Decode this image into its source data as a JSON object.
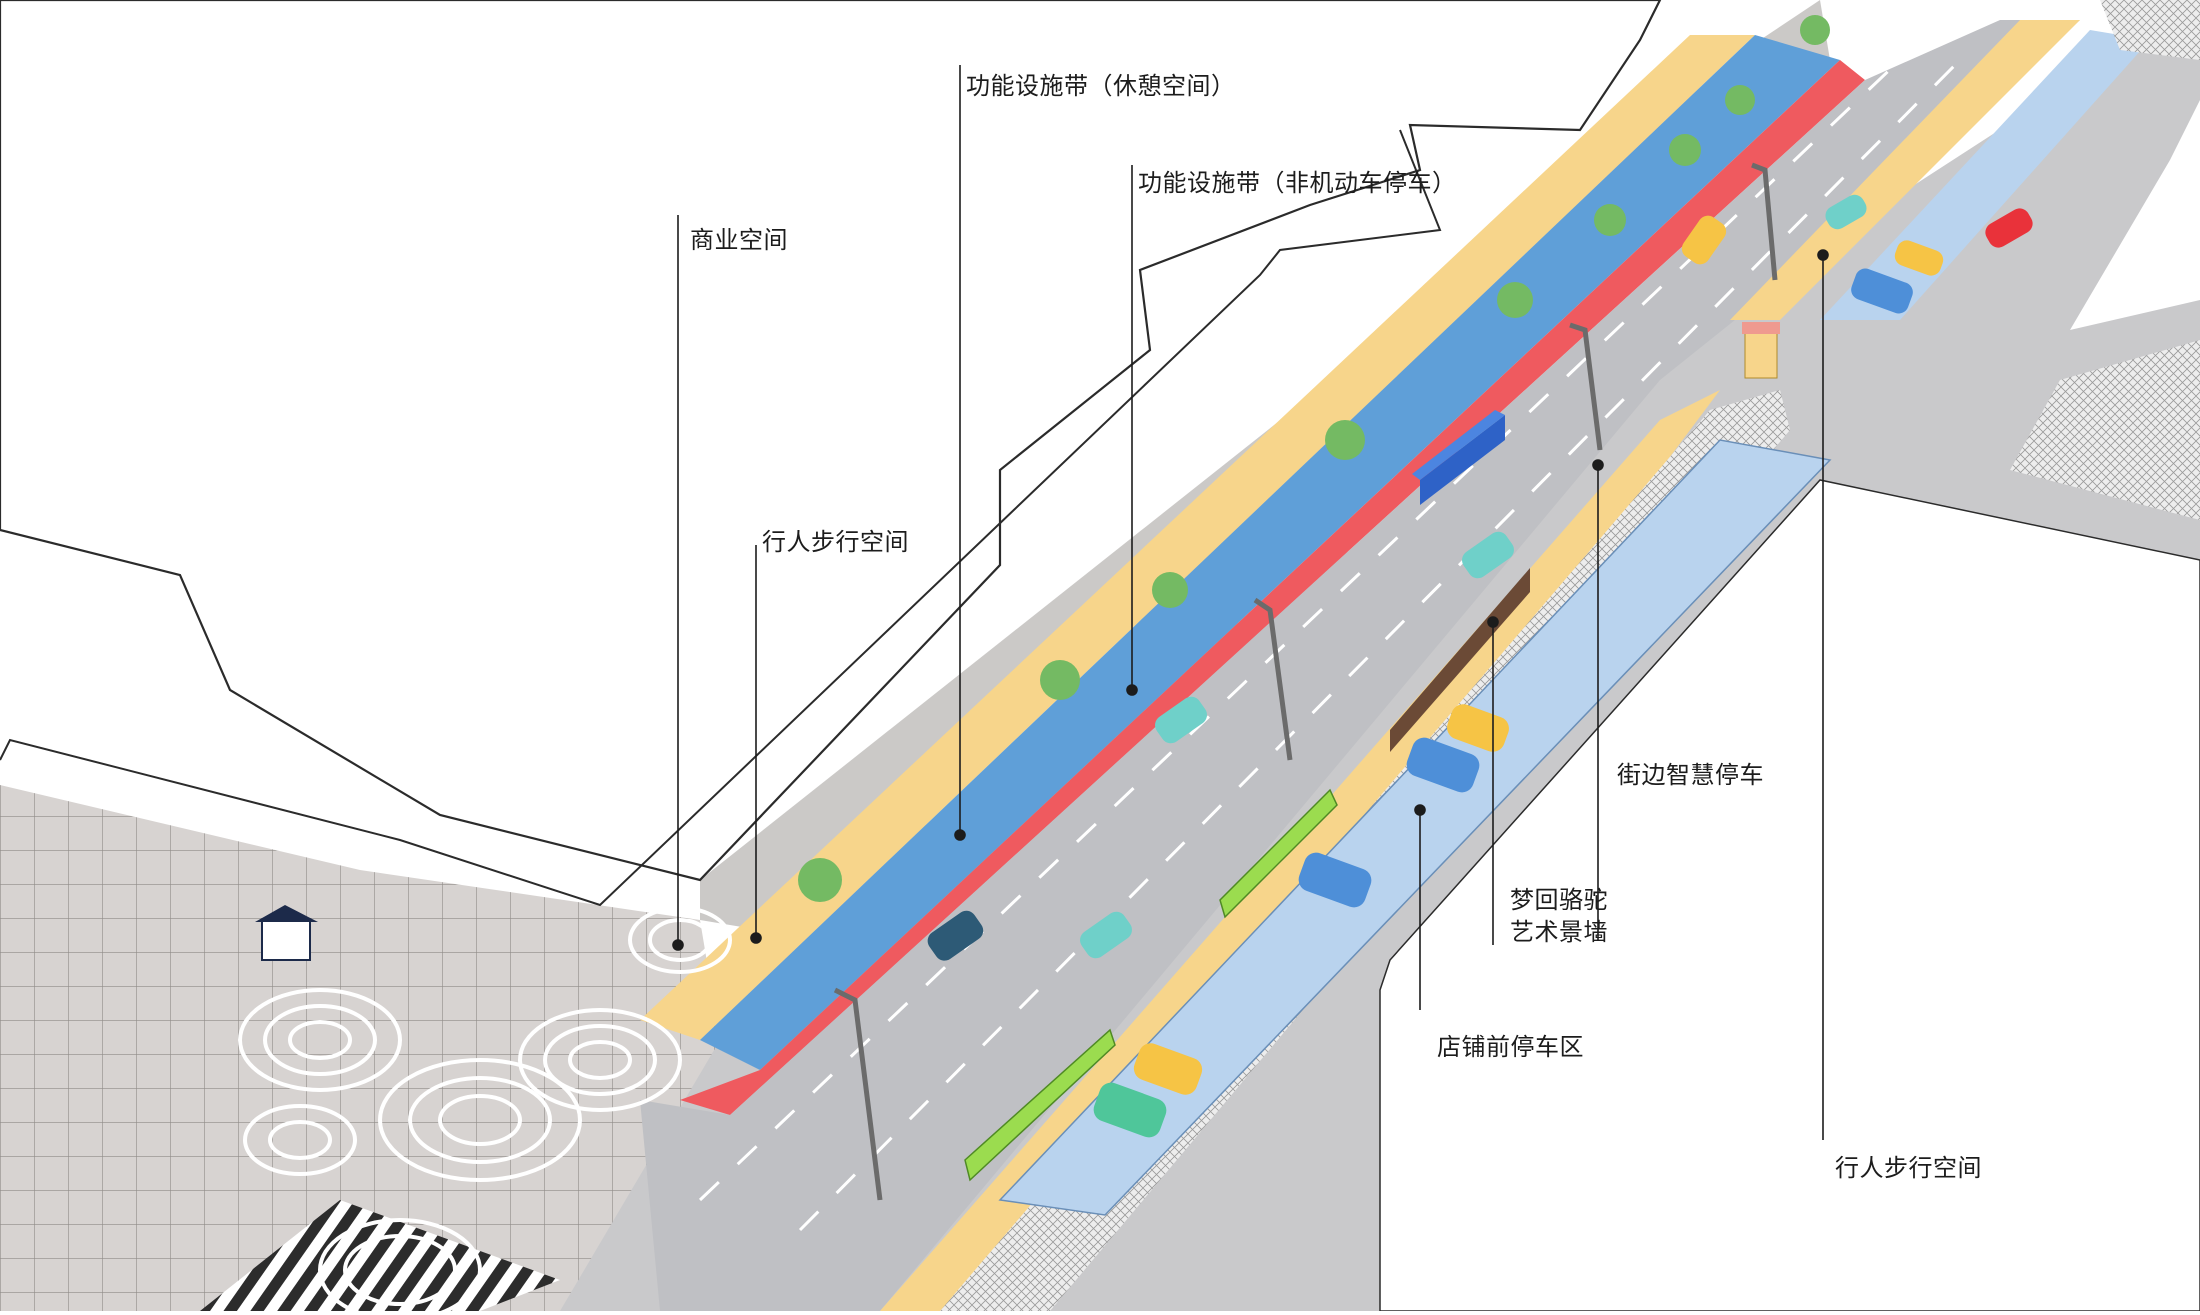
{
  "labels": {
    "commercial_space": "商业空间",
    "pedestrian_space_left": "行人步行空间",
    "facility_rest": "功能设施带（休憩空间）",
    "facility_bike_parking": "功能设施带（非机动车停车）",
    "smart_parking": "街边智慧停车",
    "art_wall_line1": "梦回骆驼",
    "art_wall_line2": "艺术景墙",
    "shopfront_parking": "店铺前停车区",
    "pedestrian_space_right": "行人步行空间"
  },
  "colors": {
    "sidewalk_yellow": "#f7d58b",
    "bike_lane_blue": "#5f9fd8",
    "bike_lane_red": "#ef5a5f",
    "road_gray": "#bfc0c4",
    "parking_blue": "#b9d3ee",
    "plaza_gray": "#d7d3d1",
    "hatched_block": "#e7e7e7",
    "building_outline": "#2b2b2b",
    "tree_green": "#74ba63",
    "planter_green": "#9bdc4f",
    "art_wall_brown": "#6b4a36",
    "bus_blue": "#2e62c7"
  },
  "vehicles": [
    {
      "type": "bus",
      "color": "#2e62c7"
    },
    {
      "type": "car",
      "color": "#f6c445"
    },
    {
      "type": "car",
      "color": "#4e8fd8"
    },
    {
      "type": "car",
      "color": "#6fd0c9"
    },
    {
      "type": "car",
      "color": "#2d5a76"
    },
    {
      "type": "car",
      "color": "#e9323a"
    },
    {
      "type": "car",
      "color": "#4fc69a"
    }
  ]
}
